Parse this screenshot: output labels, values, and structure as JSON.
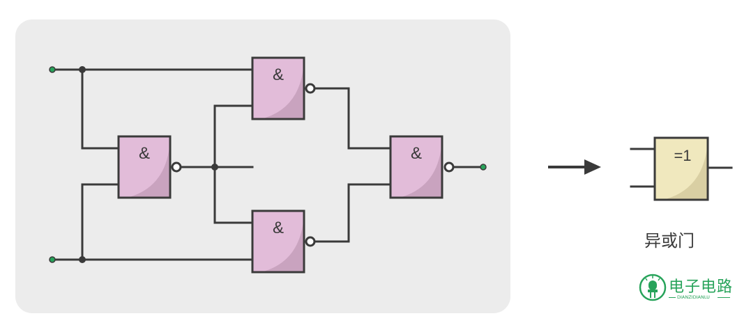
{
  "diagram": {
    "gates": [
      {
        "id": "nand-left",
        "symbol": "&"
      },
      {
        "id": "nand-top",
        "symbol": "&"
      },
      {
        "id": "nand-bottom",
        "symbol": "&"
      },
      {
        "id": "nand-right",
        "symbol": "&"
      }
    ],
    "xor_gate": {
      "symbol": "=1"
    },
    "result_label": "异或门",
    "colors": {
      "panel_bg": "#ececec",
      "nand_fill": "#e2bcd9",
      "nand_shade": "#c9a3bf",
      "xor_fill": "#f0e8be",
      "xor_shade": "#d9cfa3",
      "wire": "#3a3a3a",
      "accent_green": "#27a35a"
    }
  },
  "logo": {
    "text": "电子电路",
    "subtext": "DIANZIDIANLU",
    "icon": "led-bulb-icon"
  }
}
